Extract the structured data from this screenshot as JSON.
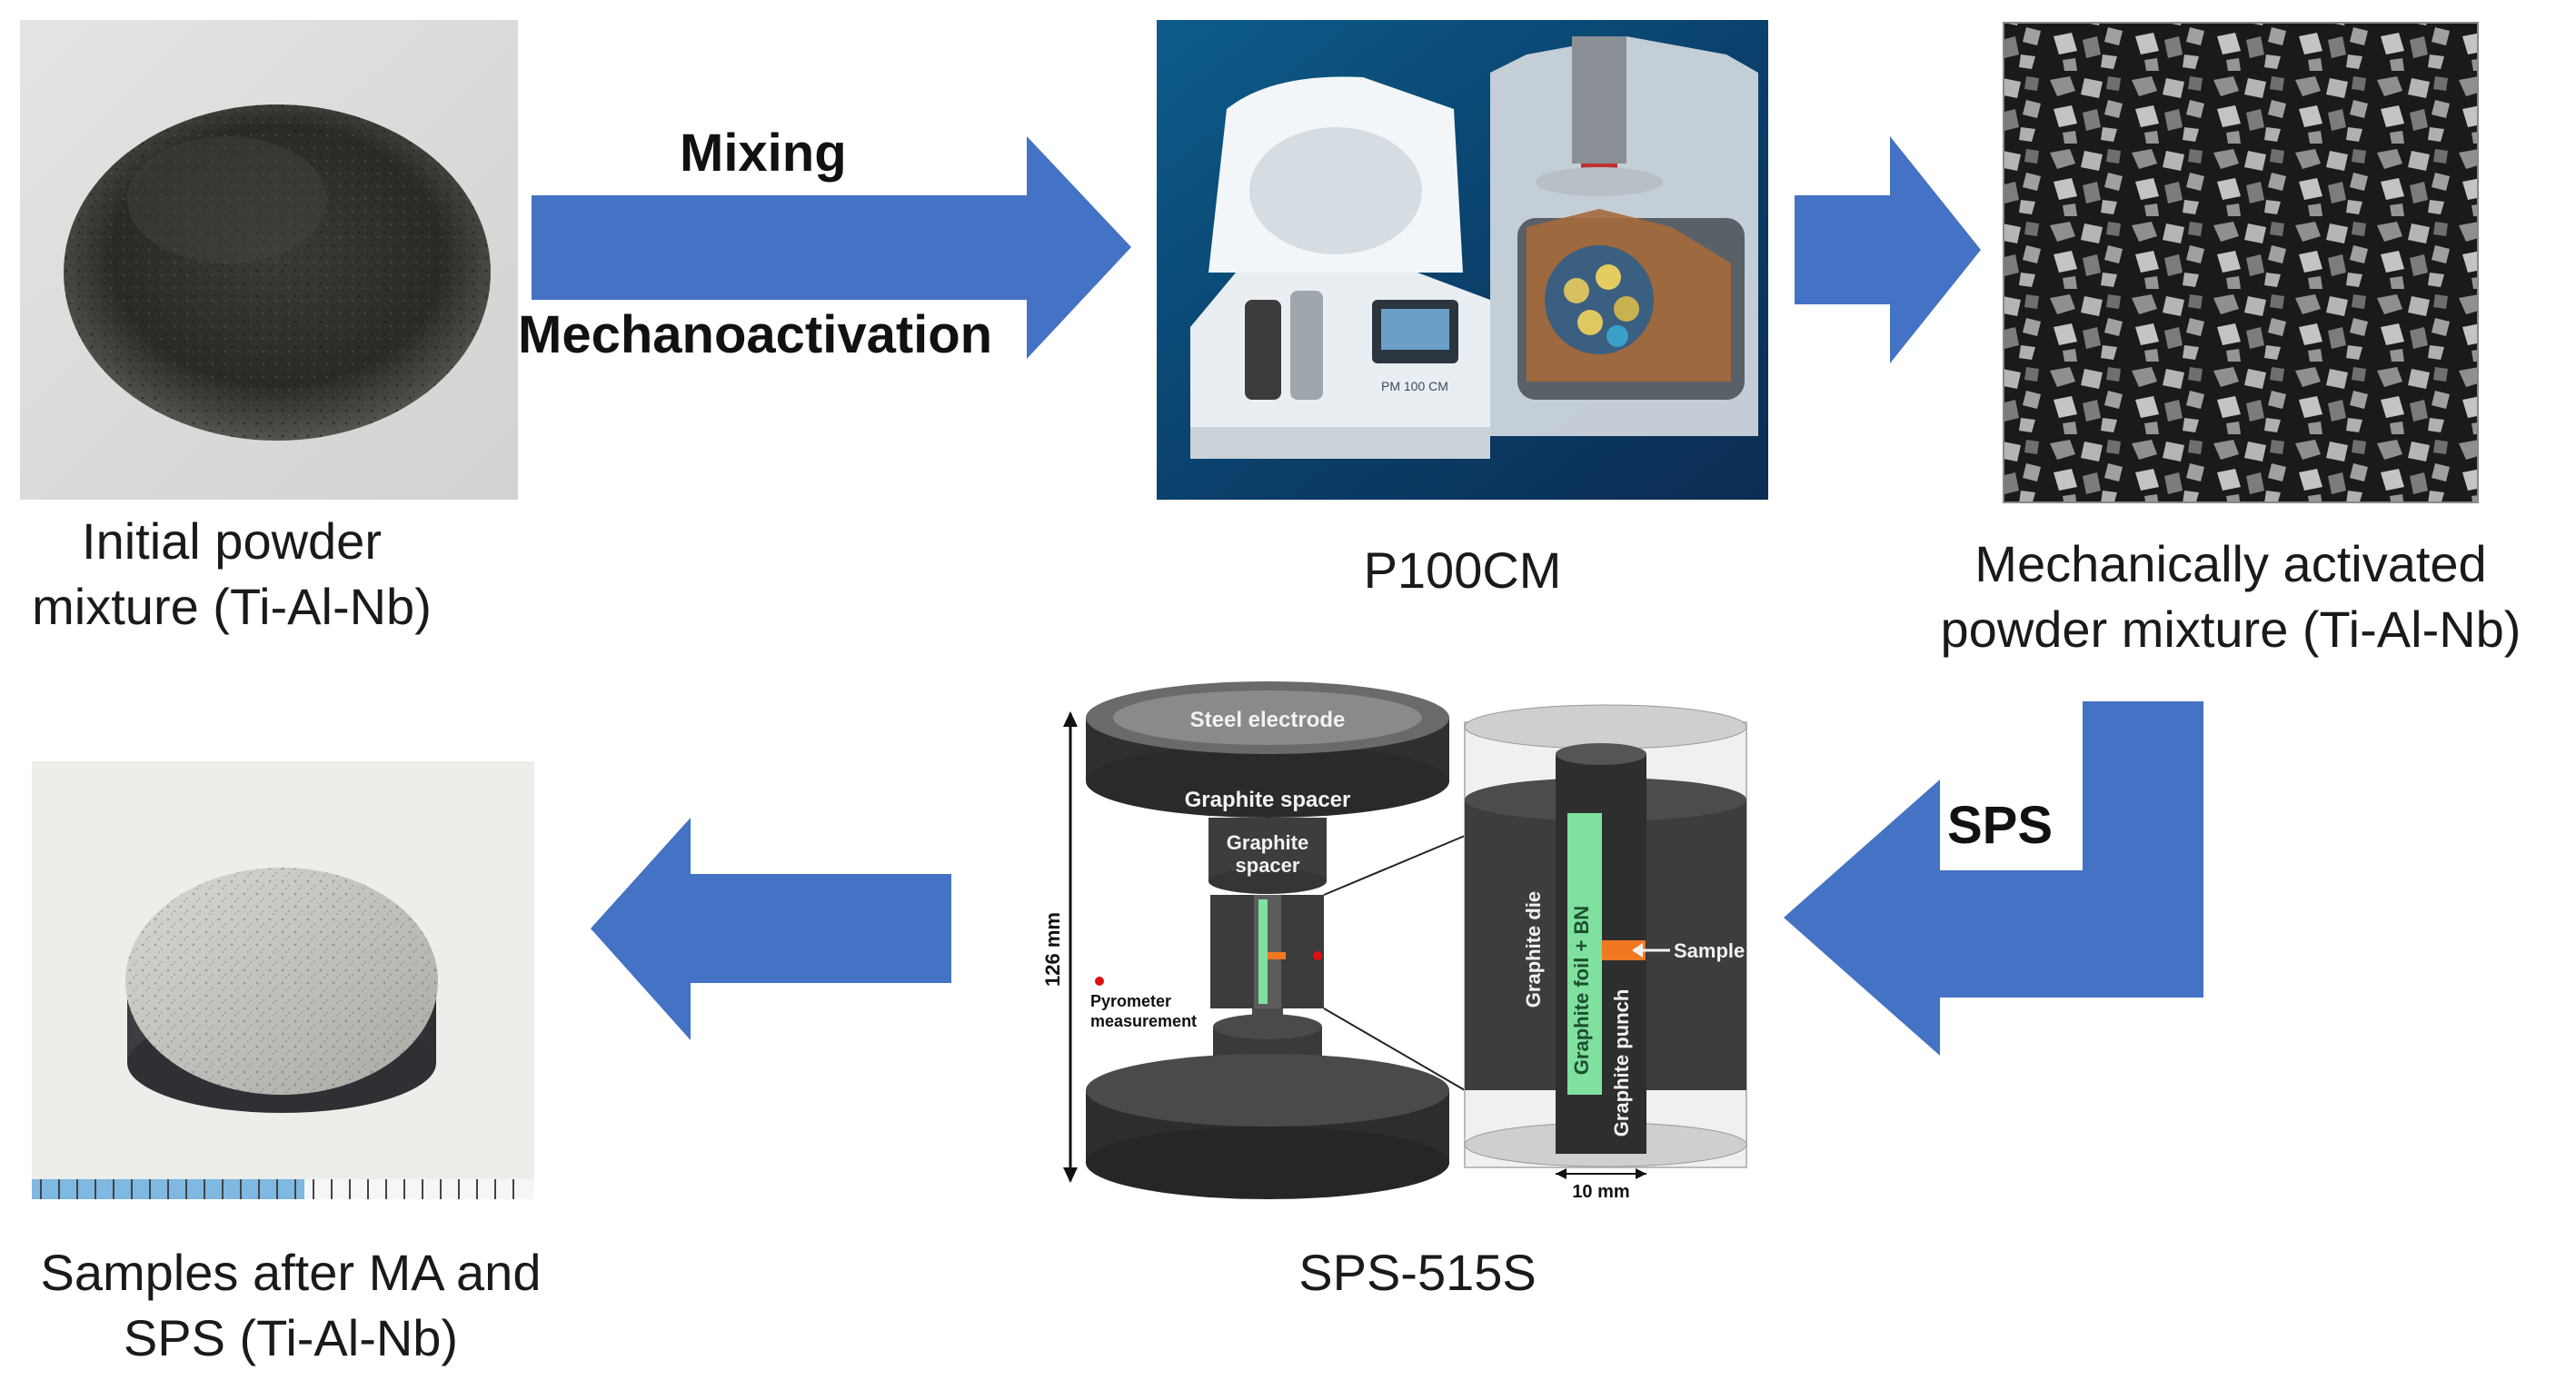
{
  "captions": {
    "initial": [
      "Initial powder",
      "mixture (Ti-Al-Nb)"
    ],
    "mill": "P100CM",
    "activated": [
      "Mechanically activated",
      "powder mixture (Ti-Al-Nb)"
    ],
    "sps": "SPS-515S",
    "samples": [
      "Samples after MA and",
      "SPS (Ti-Al-Nb)"
    ]
  },
  "arrows": {
    "mixing": "Mixing",
    "mechanoactivation": "Mechanoactivation",
    "sps": "SPS"
  },
  "mill_panel": {
    "device_label": "PM 100 CM"
  },
  "sps_diagram": {
    "steel_electrode": "Steel electrode",
    "graphite_spacer_large": "Graphite spacer",
    "graphite_spacer_small_1": "Graphite",
    "graphite_spacer_small_2": "spacer",
    "height": "126 mm",
    "pyrometer_1": "Pyrometer",
    "pyrometer_2": "measurement",
    "graphite_die": "Graphite die",
    "graphite_foil": "Graphite foil + BN",
    "graphite_punch": "Graphite punch",
    "sample": "Sample",
    "width": "10 mm"
  },
  "colors": {
    "arrow_blue": "#4472c4",
    "foil_green": "#7fe0a0",
    "sample_orange": "#f07820",
    "graphite_dark": "#3c3c3c"
  }
}
